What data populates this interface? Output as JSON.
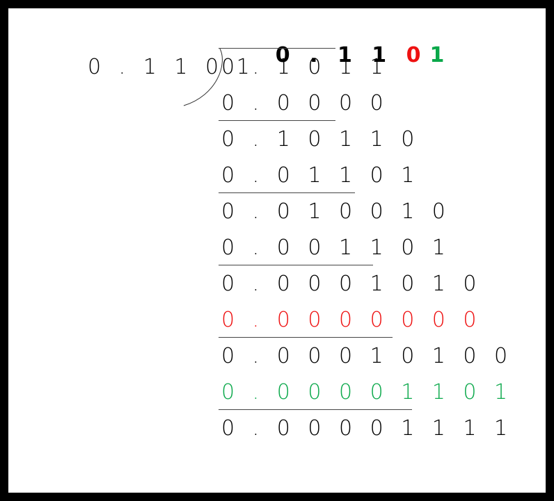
{
  "colors": {
    "black": "#000000",
    "red": "#ee1111",
    "green": "#0aa84a"
  },
  "quotient": {
    "prefix": "0 . 1 1 ",
    "red_digit": "0",
    "green_digit": "1"
  },
  "divisor": "0 . 1 1 0 1",
  "rows": [
    {
      "text": "0 . 1 0 1 1",
      "color": "black"
    },
    {
      "text": "0 . 0 0 0 0",
      "color": "black"
    },
    {
      "text": "0 . 1 0 1 1 0",
      "color": "black"
    },
    {
      "text": "0 . 0 1 1 0 1",
      "color": "black"
    },
    {
      "text": "0 . 0 1 0 0 1 0",
      "color": "black"
    },
    {
      "text": "0 . 0 0 1 1 0 1",
      "color": "black"
    },
    {
      "text": "0 . 0 0 0 1 0 1 0",
      "color": "black"
    },
    {
      "text": "0 . 0 0 0 0 0 0 0",
      "color": "red"
    },
    {
      "text": "0 . 0 0 0 1 0 1 0 0",
      "color": "black"
    },
    {
      "text": "0 . 0 0 0 0 1 1 0 1",
      "color": "green"
    },
    {
      "text": "0 . 0 0 0 0 1 1 1 1",
      "color": "black"
    }
  ]
}
